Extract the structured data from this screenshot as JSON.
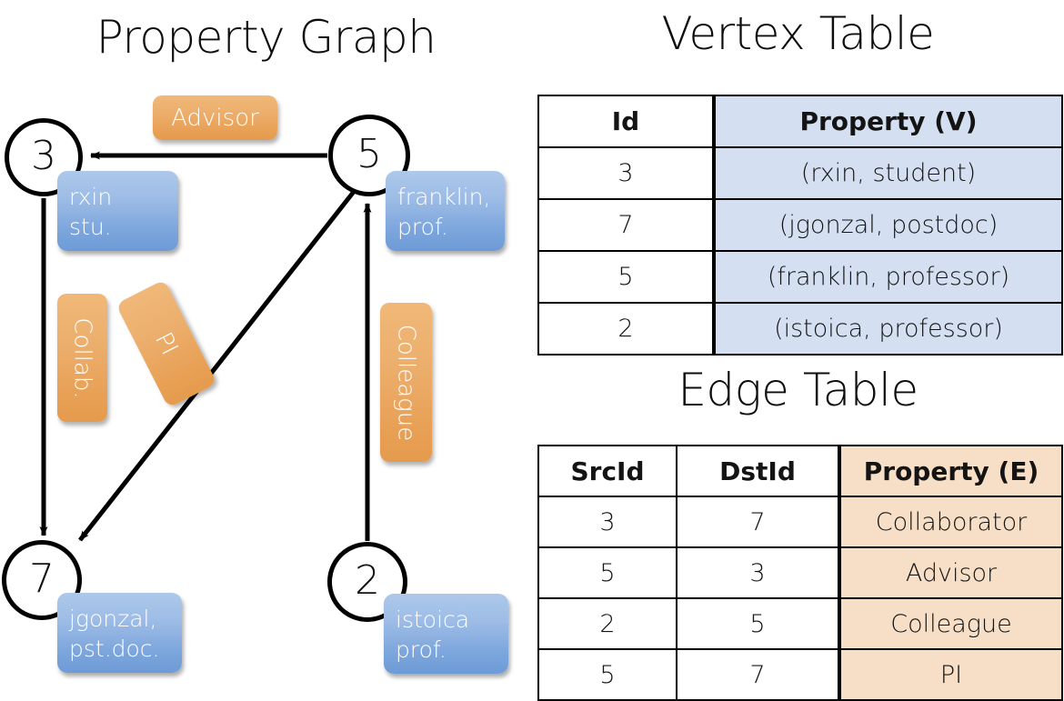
{
  "panels": {
    "graph_title": "Property Graph",
    "vertex_title": "Vertex Table",
    "edge_title": "Edge Table"
  },
  "graph": {
    "nodes": [
      {
        "id": "3",
        "property": "rxin\nstu."
      },
      {
        "id": "5",
        "property": "franklin,\nprof."
      },
      {
        "id": "7",
        "property": "jgonzal,\npst.doc."
      },
      {
        "id": "2",
        "property": "istoica\nprof."
      }
    ],
    "node_labels": {
      "n3": "3",
      "n5": "5",
      "n7": "7",
      "n2": "2"
    },
    "property_boxes": {
      "rxin_line1": "rxin",
      "rxin_line2": "stu.",
      "franklin_line1": "franklin,",
      "franklin_line2": "prof.",
      "jgonzal_line1": "jgonzal,",
      "jgonzal_line2": "pst.doc.",
      "istoica_line1": "istoica",
      "istoica_line2": "prof."
    },
    "edge_labels": {
      "advisor": "Advisor",
      "collab": "Collab.",
      "pi": "PI",
      "colleague": "Colleague"
    },
    "edges": [
      {
        "src": "5",
        "dst": "3",
        "label": "Advisor"
      },
      {
        "src": "3",
        "dst": "7",
        "label": "Collab."
      },
      {
        "src": "5",
        "dst": "7",
        "label": "PI"
      },
      {
        "src": "2",
        "dst": "5",
        "label": "Colleague"
      }
    ]
  },
  "vertex_table": {
    "columns": [
      "Id",
      "Property (V)"
    ],
    "rows": [
      {
        "id": "3",
        "property": "(rxin, student)"
      },
      {
        "id": "7",
        "property": "(jgonzal, postdoc)"
      },
      {
        "id": "5",
        "property": "(franklin, professor)"
      },
      {
        "id": "2",
        "property": "(istoica, professor)"
      }
    ]
  },
  "edge_table": {
    "columns": [
      "SrcId",
      "DstId",
      "Property (E)"
    ],
    "rows": [
      {
        "src": "3",
        "dst": "7",
        "property": "Collaborator"
      },
      {
        "src": "5",
        "dst": "3",
        "property": "Advisor"
      },
      {
        "src": "2",
        "dst": "5",
        "property": "Colleague"
      },
      {
        "src": "5",
        "dst": "7",
        "property": "PI"
      }
    ]
  },
  "colors": {
    "vertex_property_fill": "#d4e0f2",
    "edge_property_fill": "#f6dfc6",
    "node_box_blue": "#7ba5dc",
    "edge_label_orange": "#e8a055",
    "stroke": "#000000"
  }
}
